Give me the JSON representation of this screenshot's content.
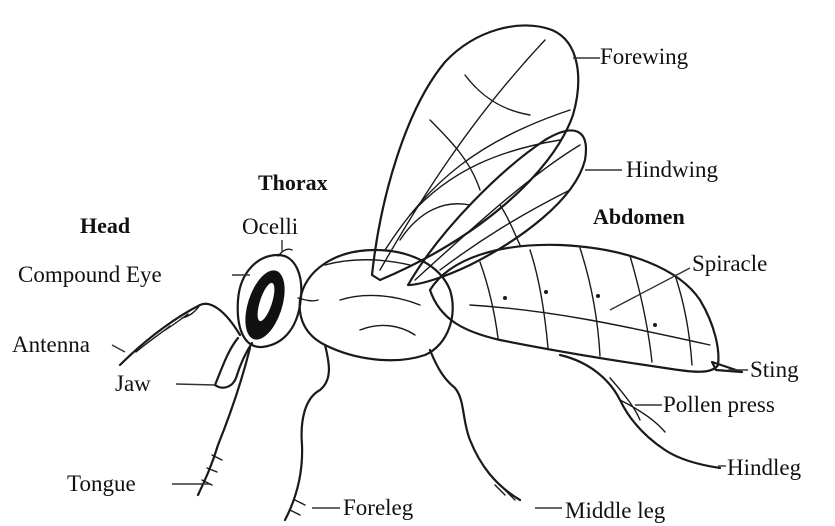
{
  "labels": {
    "forewing": "Forewing",
    "hindwing": "Hindwing",
    "thorax": "Thorax",
    "head": "Head",
    "ocelli": "Ocelli",
    "abdomen": "Abdomen",
    "compound_eye": "Compound Eye",
    "spiracle": "Spiracle",
    "antenna": "Antenna",
    "jaw": "Jaw",
    "sting": "Sting",
    "pollen_press": "Pollen press",
    "tongue": "Tongue",
    "hindleg": "Hindleg",
    "foreleg": "Foreleg",
    "middle_leg": "Middle leg"
  },
  "colors": {
    "ink": "#1a1a1a",
    "background": "#ffffff",
    "eye_fill": "#111111"
  }
}
